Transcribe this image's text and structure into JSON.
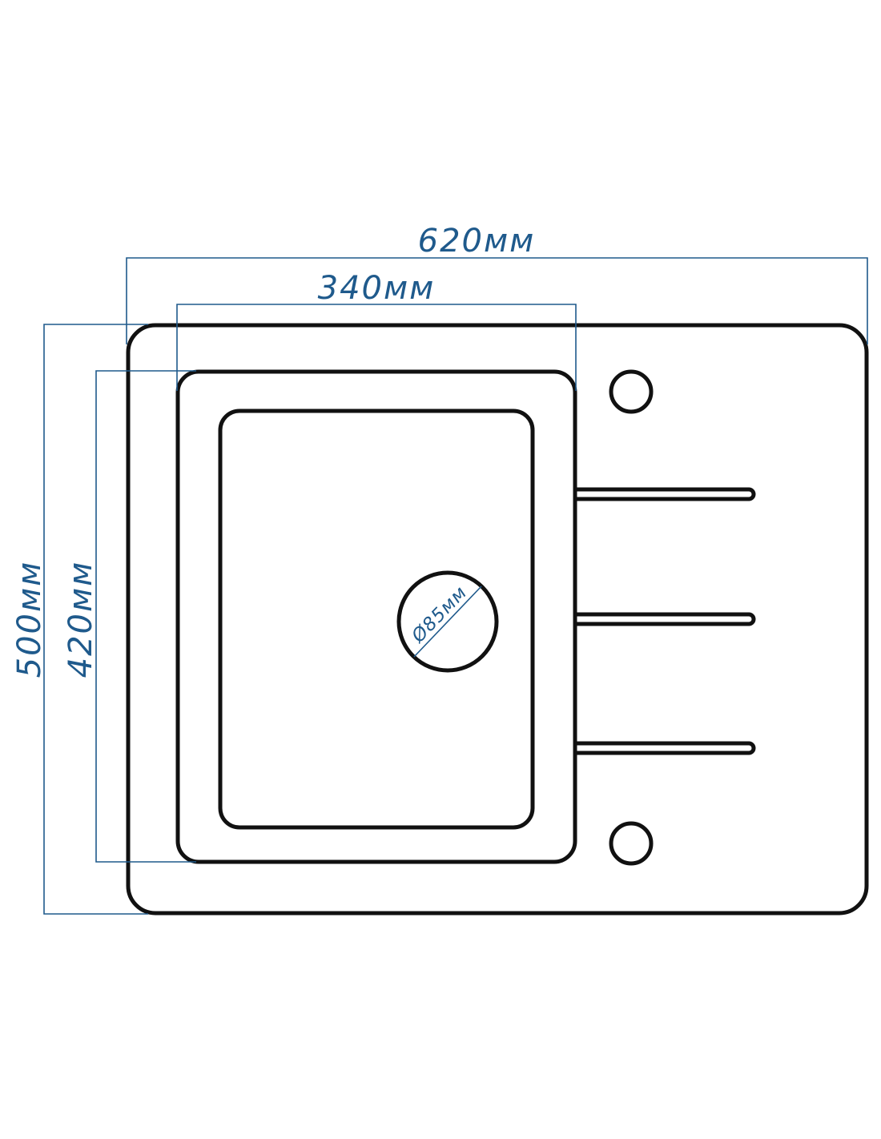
{
  "diagram": {
    "dimensions": {
      "overall_width": "620мм",
      "bowl_width": "340мм",
      "overall_depth": "500мм",
      "bowl_depth": "420мм",
      "drain_diameter": "Ø85мм"
    },
    "colors": {
      "outline": "#111111",
      "dimension": "#1f5a8c"
    }
  }
}
